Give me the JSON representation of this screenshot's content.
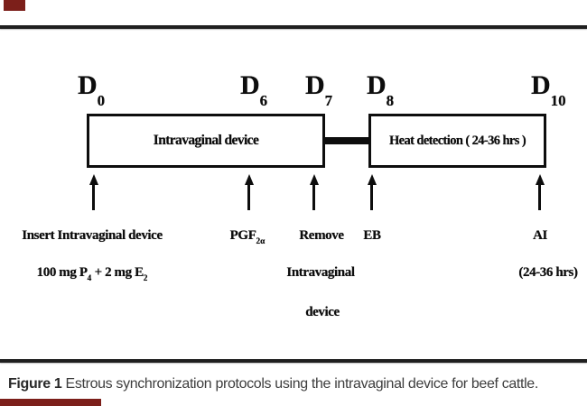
{
  "colors": {
    "maroon_mark": "#7c1f1a",
    "rule": "#1f1f1f",
    "diagram_text": "#0d0d0d",
    "caption_text": "#3e3e3e"
  },
  "diagram": {
    "day_labels": [
      {
        "base": "D",
        "sub": "0"
      },
      {
        "base": "D",
        "sub": "6"
      },
      {
        "base": "D",
        "sub": "7"
      },
      {
        "base": "D",
        "sub": "8"
      },
      {
        "base": "D",
        "sub": "10"
      }
    ],
    "device_box_label": "Intravaginal device",
    "heat_box_label": "Heat detection ( 24-36 hrs )",
    "events": {
      "insert": {
        "line1": "Insert Intravaginal device",
        "dose_pre": "100 mg P",
        "dose_sub1": "4",
        "dose_mid": " + 2 mg E",
        "dose_sub2": "2"
      },
      "pgf": {
        "base": "PGF",
        "sub": "2α"
      },
      "remove": {
        "line1": "Remove",
        "line2": "Intravaginal",
        "line3": "device"
      },
      "eb": {
        "label": "EB"
      },
      "ai": {
        "line1": "AI",
        "line2": "(24-36 hrs)"
      }
    }
  },
  "caption": {
    "prefix": "Figure 1",
    "text": " Estrous synchronization protocols using the intravaginal device for beef cattle."
  }
}
